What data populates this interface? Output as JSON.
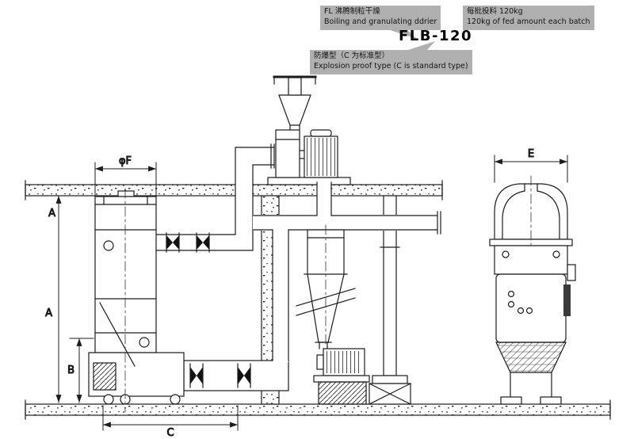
{
  "colors": {
    "callout_bg": "#b0b0b0",
    "line": "#1c1c1c",
    "background": "#ffffff"
  },
  "header": {
    "model": "FLB-120",
    "callouts": [
      {
        "line1": "FL 沸腾制粒干燥",
        "line2": "Boiling and granulating ddrier"
      },
      {
        "line1": "每批投料 120kg",
        "line2": "120kg of fed amount each batch"
      },
      {
        "line1": "防爆型（C 为标准型）",
        "line2": "Explosion proof type (C is standard type)"
      }
    ]
  },
  "dimension_labels": {
    "phi_f": "φF",
    "a_upper": "A",
    "a_lower": "A",
    "b": "B",
    "c": "C",
    "e": "E"
  }
}
